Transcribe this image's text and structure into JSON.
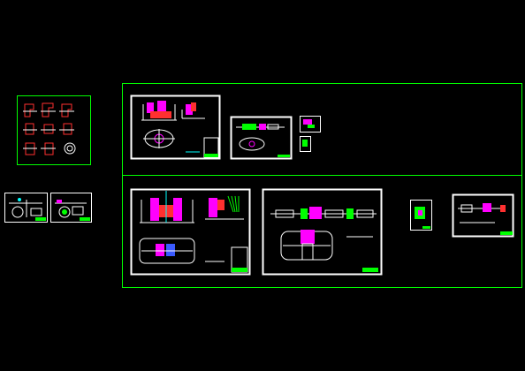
{
  "canvas": {
    "background": "#000000"
  },
  "colors": {
    "frame_green": "#00ff00",
    "sheet_white": "#ffffff",
    "detail_magenta": "#ff00ff",
    "detail_red": "#ff3030",
    "detail_cyan": "#00ffff",
    "detail_yellow": "#ffff00",
    "detail_blue": "#3a5aff"
  },
  "drawing_sheets": [
    "parts-detail-grid",
    "small-sheet-left-a",
    "small-sheet-left-b",
    "assembly-upper",
    "assembly-upper-small",
    "tiny-sheet-a",
    "tiny-sheet-b",
    "assembly-main-large",
    "assembly-long-shaft",
    "tiny-sheet-c",
    "sheet-right-rail"
  ]
}
